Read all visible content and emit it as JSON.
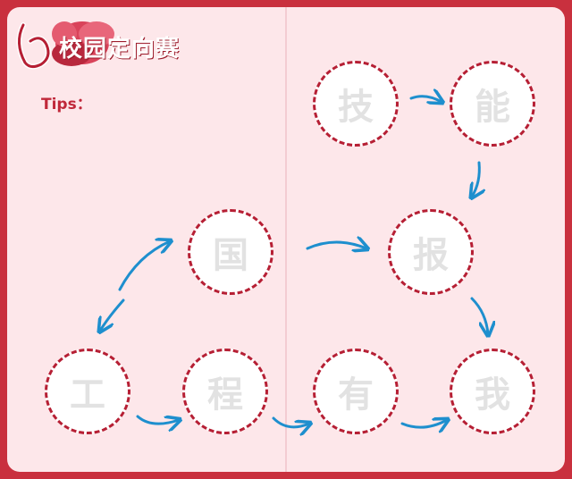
{
  "header": {
    "title": "校园定向赛",
    "tips_label": "Tips："
  },
  "nodes": [
    {
      "id": "ji",
      "char": "技"
    },
    {
      "id": "neng",
      "char": "能"
    },
    {
      "id": "bao",
      "char": "报"
    },
    {
      "id": "guo",
      "char": "国"
    },
    {
      "id": "gong",
      "char": "工"
    },
    {
      "id": "cheng",
      "char": "程"
    },
    {
      "id": "you",
      "char": "有"
    },
    {
      "id": "wo",
      "char": "我"
    }
  ],
  "colors": {
    "background": "#c9303e",
    "page": "#fde7ea",
    "circle_border": "#b61f34",
    "placeholder_text": "#e2e2e2",
    "arrow": "#1e8fce"
  }
}
